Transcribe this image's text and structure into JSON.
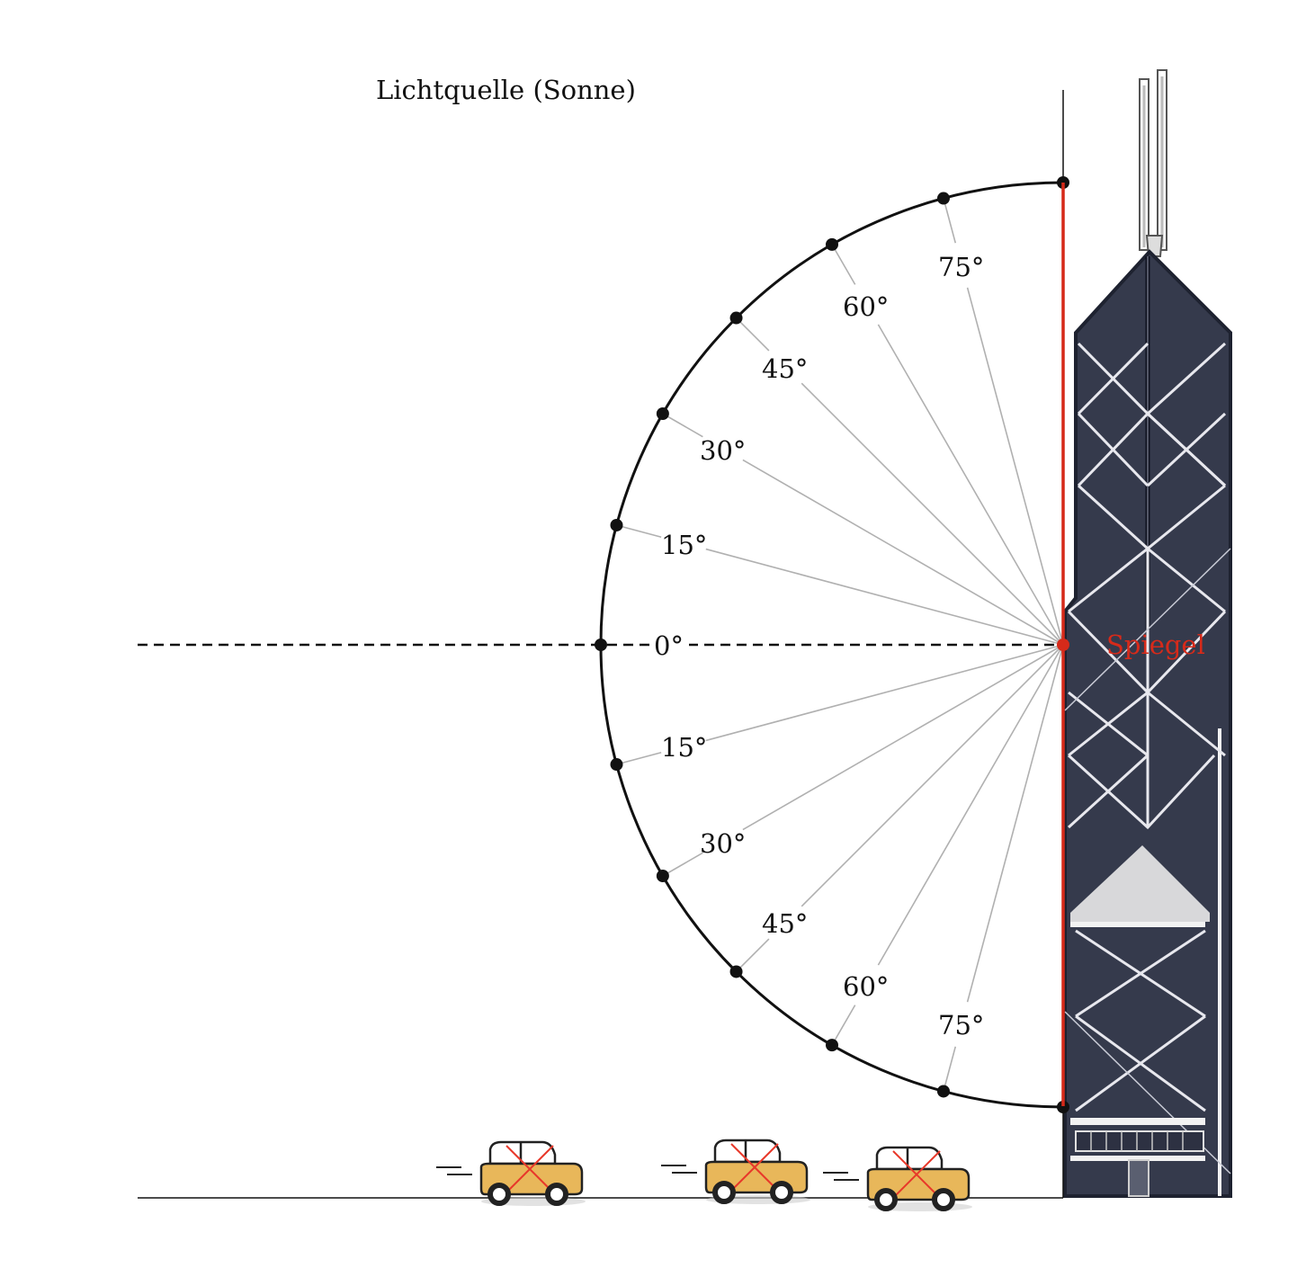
{
  "title": "Lichtquelle (Sonne)",
  "mirror_label": "Spiegel",
  "angle_labels_upper": [
    "75°",
    "60°",
    "45°",
    "30°",
    "15°"
  ],
  "zero_label": "0°",
  "angle_labels_lower": [
    "15°",
    "30°",
    "45°",
    "60°",
    "75°"
  ],
  "angles_deg": [
    75,
    60,
    45,
    30,
    15,
    0
  ],
  "colors": {
    "mirror": "#d62a1a",
    "arc": "#111111",
    "rays": "#b0b0b0",
    "building": "#353a4c",
    "car": "#e8b75a",
    "cross": "#e8382a"
  },
  "icons": [
    "sun-light-source",
    "tower-building-icon",
    "car-icon"
  ]
}
